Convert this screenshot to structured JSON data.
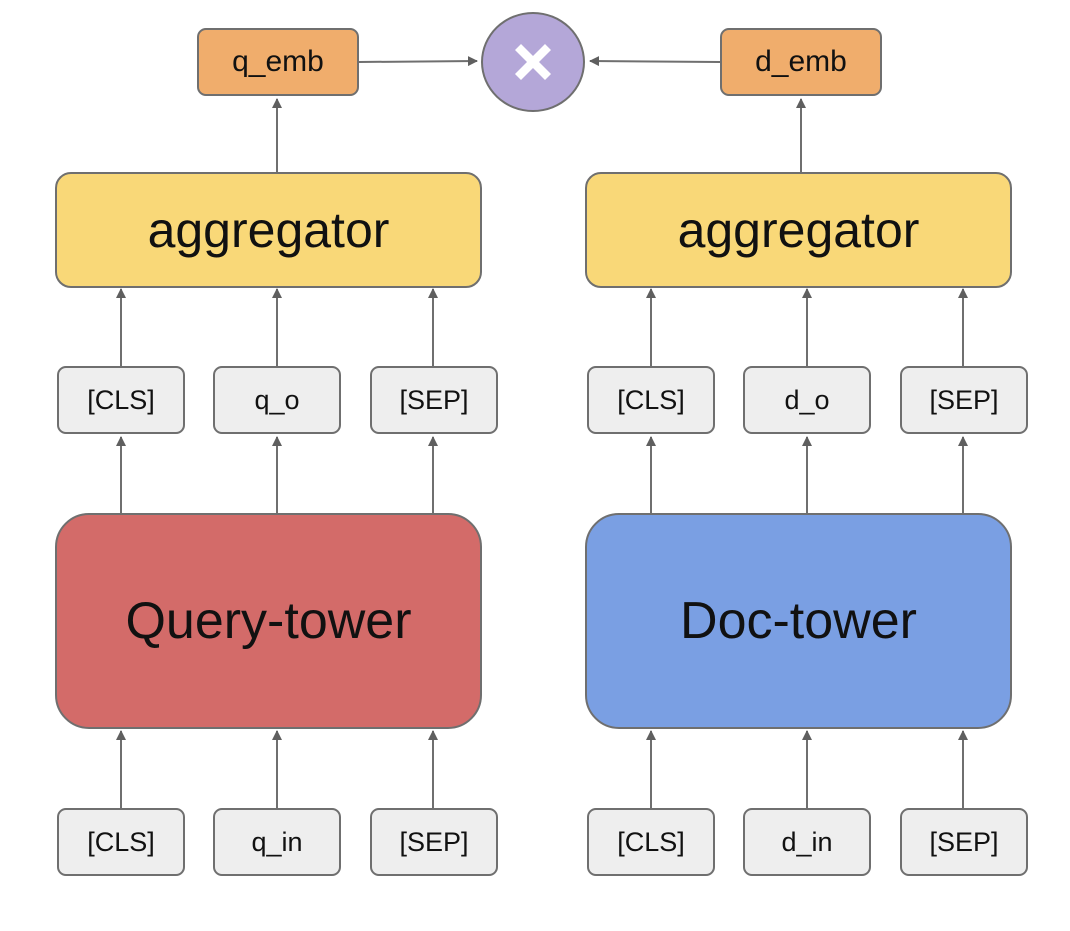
{
  "query_side": {
    "emb": "q_emb",
    "aggregator": "aggregator",
    "outputs": [
      "[CLS]",
      "q_o",
      "[SEP]"
    ],
    "tower": "Query-tower",
    "inputs": [
      "[CLS]",
      "q_in",
      "[SEP]"
    ]
  },
  "doc_side": {
    "emb": "d_emb",
    "aggregator": "aggregator",
    "outputs": [
      "[CLS]",
      "d_o",
      "[SEP]"
    ],
    "tower": "Doc-tower",
    "inputs": [
      "[CLS]",
      "d_in",
      "[SEP]"
    ]
  },
  "combine_op": {
    "icon": "multiply-icon"
  },
  "colors": {
    "token": "#eeeeee",
    "embedding": "#f0ad6c",
    "aggregator": "#f9d878",
    "query_tower": "#d36b69",
    "doc_tower": "#7a9fe3",
    "combine": "#b4a7d8",
    "stroke": "#6f6f6f"
  }
}
